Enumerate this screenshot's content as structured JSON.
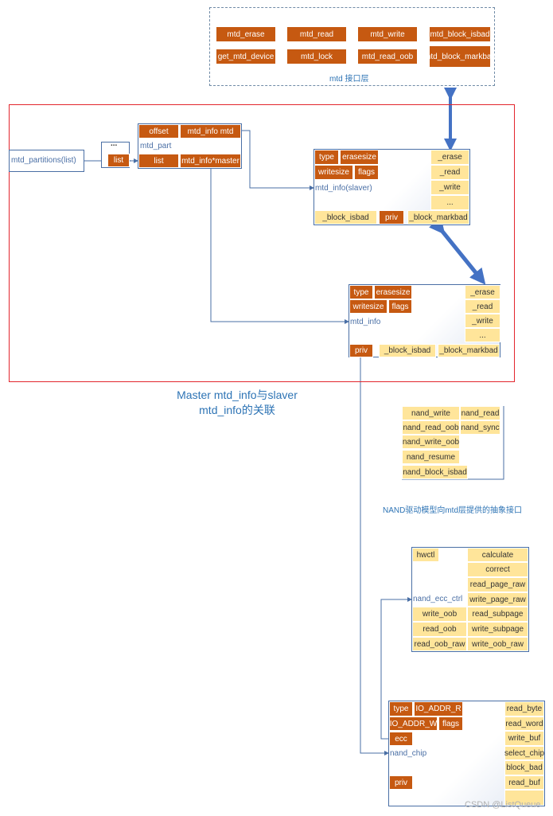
{
  "mtd_layer": {
    "label": "mtd 接口层",
    "buttons": [
      "mtd_erase",
      "mtd_read",
      "mtd_write",
      "mtd_block_isbad",
      "get_mtd_device",
      "mtd_lock",
      "mtd_read_oob",
      "mtd_block_markbad"
    ]
  },
  "partitions": {
    "label": "mtd_partitions(list)"
  },
  "ellipsis": "...",
  "list_label": "list",
  "mtd_part": {
    "offset": "offset",
    "mtd_info_mtd": "mtd_info mtd",
    "name": "mtd_part",
    "list": "list",
    "master": "mtd_info*master"
  },
  "slave_info": {
    "type": "type",
    "erasesize": "erasesize",
    "writesize": "writesize",
    "flags": "flags",
    "name": "mtd_info(slaver)",
    "ops": [
      "_erase",
      "_read",
      "_write",
      "..."
    ],
    "block_isbad": "_block_isbad",
    "priv": "priv",
    "block_markbad": "_block_markbad"
  },
  "master_info": {
    "type": "type",
    "erasesize": "erasesize",
    "writesize": "writesize",
    "flags": "flags",
    "name": "mtd_info",
    "ops": [
      "_erase",
      "_read",
      "_write",
      "..."
    ],
    "priv": "priv",
    "block_isbad": "_block_isbad",
    "block_markbad": "_block_markbad"
  },
  "caption": {
    "line1": "Master mtd_info与slaver",
    "line2": "mtd_info的关联"
  },
  "nand_ops": {
    "left": [
      "nand_write",
      "nand_read_oob",
      "nand_write_oob",
      "nand_resume",
      "nand_block_isbad"
    ],
    "right": [
      "nand_read",
      "nand_sync"
    ]
  },
  "nand_note": "NAND驱动模型向mtd层提供的抽象接口",
  "ecc_ctrl": {
    "hwctl": "hwctl",
    "name": "nand_ecc_ctrl",
    "right": [
      "calculate",
      "correct",
      "read_page_raw",
      "write_page_raw",
      "read_subpage",
      "write_subpage",
      "write_oob_raw"
    ],
    "left": [
      "write_oob",
      "read_oob",
      "read_oob_raw"
    ]
  },
  "nand_chip": {
    "type": "type",
    "io_addr_r": "IO_ADDR_R",
    "io_addr_w": "IO_ADDR_W",
    "flags": "flags",
    "ecc": "ecc",
    "name": "nand_chip",
    "priv": "priv",
    "right": [
      "read_byte",
      "read_word",
      "write_buf",
      "select_chip",
      "block_bad",
      "read_buf"
    ]
  },
  "watermark": "CSDN @ListQueue",
  "colors": {
    "orange": "#c65911",
    "yellow": "#ffe59a",
    "blue": "#4a6fa5",
    "red": "#e3262d",
    "arrow": "#4472c4"
  }
}
